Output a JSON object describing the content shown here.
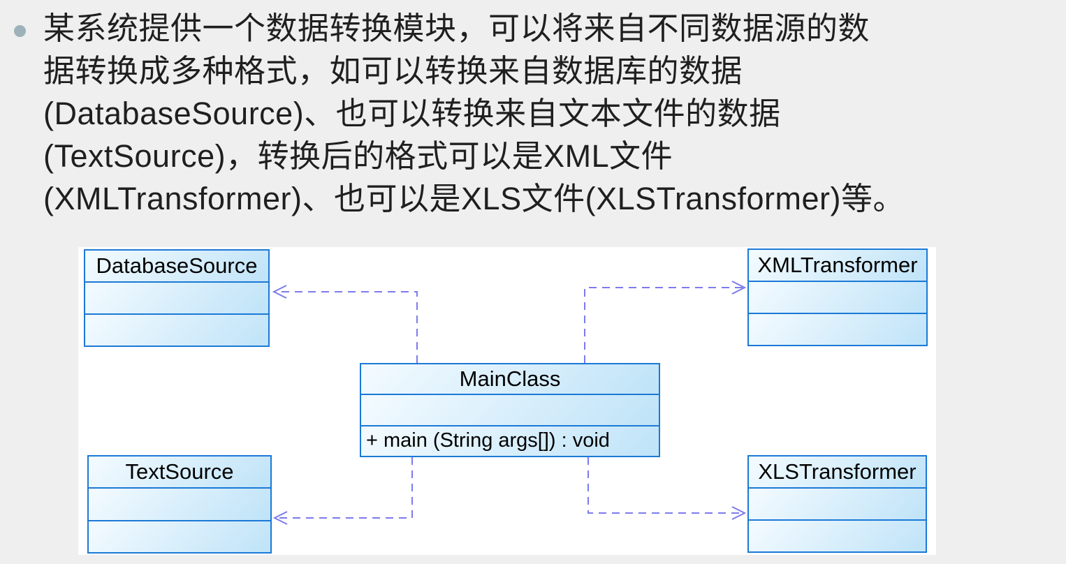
{
  "colors": {
    "slide_bg": "#efefef",
    "diagram_bg": "#ffffff",
    "box_border": "#1b79d6",
    "box_fill_light": "#f4fbff",
    "box_fill_dark": "#bfe3f8",
    "arrow_color": "#7b7bee",
    "text_color": "#1f1f1f",
    "bullet_color": "#9db1b9"
  },
  "paragraph": {
    "bullet_icon": "circle-bullet",
    "lines": [
      "某系统提供一个数据转换模块，可以将来自不同数据源的数",
      "据转换成多种格式，如可以转换来自数据库的数据",
      "(DatabaseSource)、也可以转换来自文本文件的数据",
      "(TextSource)，转换后的格式可以是XML文件",
      "(XMLTransformer)、也可以是XLS文件(XLSTransformer)等。"
    ],
    "full_text": "某系统提供一个数据转换模块，可以将来自不同数据源的数据转换成多种格式，如可以转换来自数据库的数据(DatabaseSource)、也可以转换来自文本文件的数据(TextSource)，转换后的格式可以是XML文件(XMLTransformer)、也可以是XLS文件(XLSTransformer)等。"
  },
  "diagram": {
    "type": "uml-class-diagram",
    "classes": [
      {
        "id": "database-source",
        "name": "DatabaseSource",
        "attributes": "",
        "operations": ""
      },
      {
        "id": "xml-transformer",
        "name": "XMLTransformer",
        "attributes": "",
        "operations": ""
      },
      {
        "id": "main-class",
        "name": "MainClass",
        "attributes": "",
        "operations": "+ main (String args[]) : void"
      },
      {
        "id": "text-source",
        "name": "TextSource",
        "attributes": "",
        "operations": ""
      },
      {
        "id": "xls-transformer",
        "name": "XLSTransformer",
        "attributes": "",
        "operations": ""
      }
    ],
    "relations": [
      {
        "from": "MainClass",
        "to": "DatabaseSource",
        "type": "dependency",
        "line_style": "dashed",
        "arrowhead": "open"
      },
      {
        "from": "MainClass",
        "to": "XMLTransformer",
        "type": "dependency",
        "line_style": "dashed",
        "arrowhead": "open"
      },
      {
        "from": "MainClass",
        "to": "TextSource",
        "type": "dependency",
        "line_style": "dashed",
        "arrowhead": "open"
      },
      {
        "from": "MainClass",
        "to": "XLSTransformer",
        "type": "dependency",
        "line_style": "dashed",
        "arrowhead": "open"
      }
    ]
  }
}
